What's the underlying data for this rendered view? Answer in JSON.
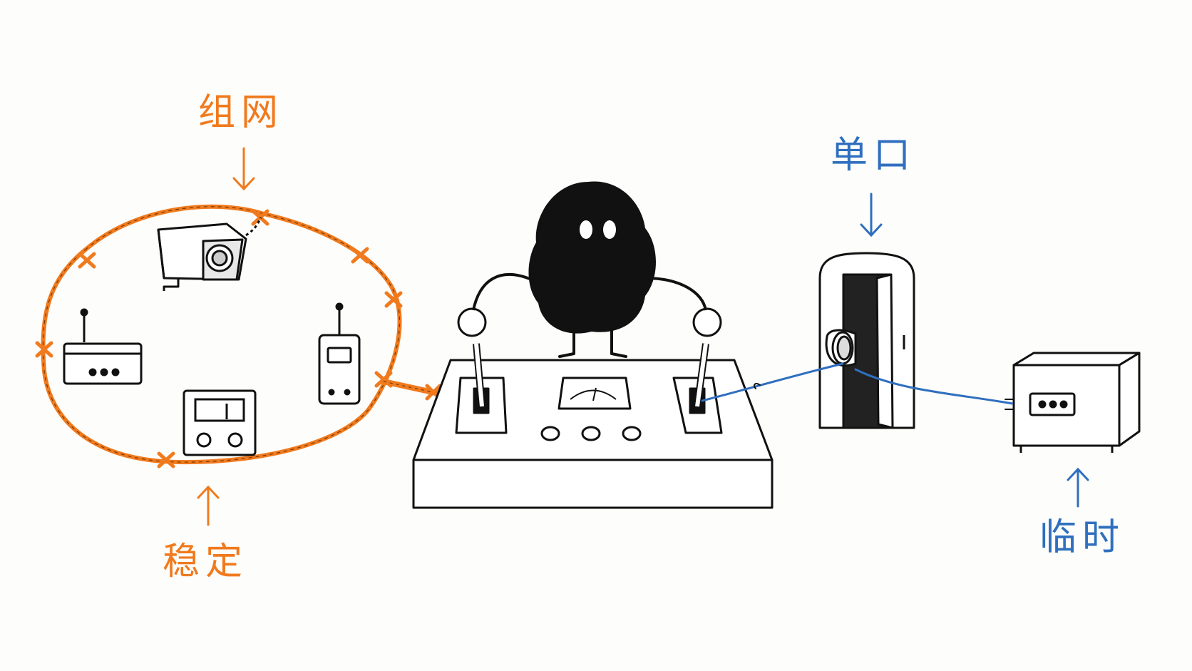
{
  "labels": {
    "mesh": "组网",
    "stable": "稳定",
    "single_port": "单口",
    "temporary": "临时"
  },
  "colors": {
    "orange": "#f07a1e",
    "blue": "#2f6fbf",
    "ink": "#111111",
    "background": "#fdfdfb"
  }
}
